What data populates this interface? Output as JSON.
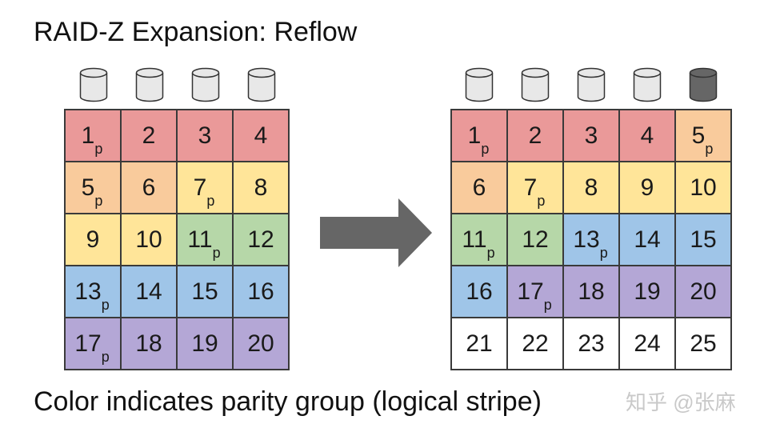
{
  "title": "RAID-Z Expansion: Reflow",
  "caption": "Color indicates parity group (logical stripe)",
  "watermark": "知乎 @张麻",
  "parity_marker": "p",
  "colors": {
    "red": "#ea9999",
    "orange": "#f9cb9c",
    "yellow": "#ffe599",
    "green": "#b6d7a8",
    "blue": "#9fc5e8",
    "purple": "#b4a7d6",
    "empty": "#ffffff",
    "disk_existing": "#e8e8e8",
    "disk_new": "#666666",
    "arrow": "#666666"
  },
  "left_diagram": {
    "disks": [
      "existing",
      "existing",
      "existing",
      "existing"
    ],
    "rows": [
      [
        {
          "n": "1",
          "p": true,
          "c": "red"
        },
        {
          "n": "2",
          "p": false,
          "c": "red"
        },
        {
          "n": "3",
          "p": false,
          "c": "red"
        },
        {
          "n": "4",
          "p": false,
          "c": "red"
        }
      ],
      [
        {
          "n": "5",
          "p": true,
          "c": "orange"
        },
        {
          "n": "6",
          "p": false,
          "c": "orange"
        },
        {
          "n": "7",
          "p": true,
          "c": "yellow"
        },
        {
          "n": "8",
          "p": false,
          "c": "yellow"
        }
      ],
      [
        {
          "n": "9",
          "p": false,
          "c": "yellow"
        },
        {
          "n": "10",
          "p": false,
          "c": "yellow"
        },
        {
          "n": "11",
          "p": true,
          "c": "green"
        },
        {
          "n": "12",
          "p": false,
          "c": "green"
        }
      ],
      [
        {
          "n": "13",
          "p": true,
          "c": "blue"
        },
        {
          "n": "14",
          "p": false,
          "c": "blue"
        },
        {
          "n": "15",
          "p": false,
          "c": "blue"
        },
        {
          "n": "16",
          "p": false,
          "c": "blue"
        }
      ],
      [
        {
          "n": "17",
          "p": true,
          "c": "purple"
        },
        {
          "n": "18",
          "p": false,
          "c": "purple"
        },
        {
          "n": "19",
          "p": false,
          "c": "purple"
        },
        {
          "n": "20",
          "p": false,
          "c": "purple"
        }
      ]
    ]
  },
  "right_diagram": {
    "disks": [
      "existing",
      "existing",
      "existing",
      "existing",
      "new"
    ],
    "rows": [
      [
        {
          "n": "1",
          "p": true,
          "c": "red"
        },
        {
          "n": "2",
          "p": false,
          "c": "red"
        },
        {
          "n": "3",
          "p": false,
          "c": "red"
        },
        {
          "n": "4",
          "p": false,
          "c": "red"
        },
        {
          "n": "5",
          "p": true,
          "c": "orange"
        }
      ],
      [
        {
          "n": "6",
          "p": false,
          "c": "orange"
        },
        {
          "n": "7",
          "p": true,
          "c": "yellow"
        },
        {
          "n": "8",
          "p": false,
          "c": "yellow"
        },
        {
          "n": "9",
          "p": false,
          "c": "yellow"
        },
        {
          "n": "10",
          "p": false,
          "c": "yellow"
        }
      ],
      [
        {
          "n": "11",
          "p": true,
          "c": "green"
        },
        {
          "n": "12",
          "p": false,
          "c": "green"
        },
        {
          "n": "13",
          "p": true,
          "c": "blue"
        },
        {
          "n": "14",
          "p": false,
          "c": "blue"
        },
        {
          "n": "15",
          "p": false,
          "c": "blue"
        }
      ],
      [
        {
          "n": "16",
          "p": false,
          "c": "blue"
        },
        {
          "n": "17",
          "p": true,
          "c": "purple"
        },
        {
          "n": "18",
          "p": false,
          "c": "purple"
        },
        {
          "n": "19",
          "p": false,
          "c": "purple"
        },
        {
          "n": "20",
          "p": false,
          "c": "purple"
        }
      ],
      [
        {
          "n": "21",
          "p": false,
          "c": "empty"
        },
        {
          "n": "22",
          "p": false,
          "c": "empty"
        },
        {
          "n": "23",
          "p": false,
          "c": "empty"
        },
        {
          "n": "24",
          "p": false,
          "c": "empty"
        },
        {
          "n": "25",
          "p": false,
          "c": "empty"
        }
      ]
    ]
  }
}
